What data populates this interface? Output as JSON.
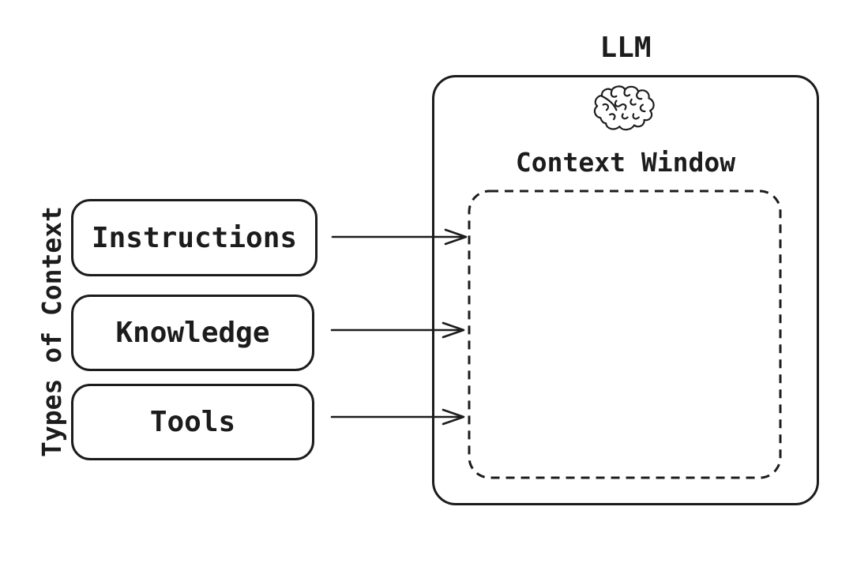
{
  "canvas": {
    "background": "#ffffff",
    "stroke_color": "#1c1c1c"
  },
  "diagram": {
    "side_label": "Types of Context",
    "sources": [
      {
        "label": "Instructions"
      },
      {
        "label": "Knowledge"
      },
      {
        "label": "Tools"
      }
    ],
    "arrows": [
      {
        "from": "Instructions",
        "to": "Context Window"
      },
      {
        "from": "Knowledge",
        "to": "Context Window"
      },
      {
        "from": "Tools",
        "to": "Context Window"
      }
    ],
    "llm": {
      "title": "LLM",
      "icon": "brain-icon",
      "context_window_label": "Context Window"
    }
  }
}
